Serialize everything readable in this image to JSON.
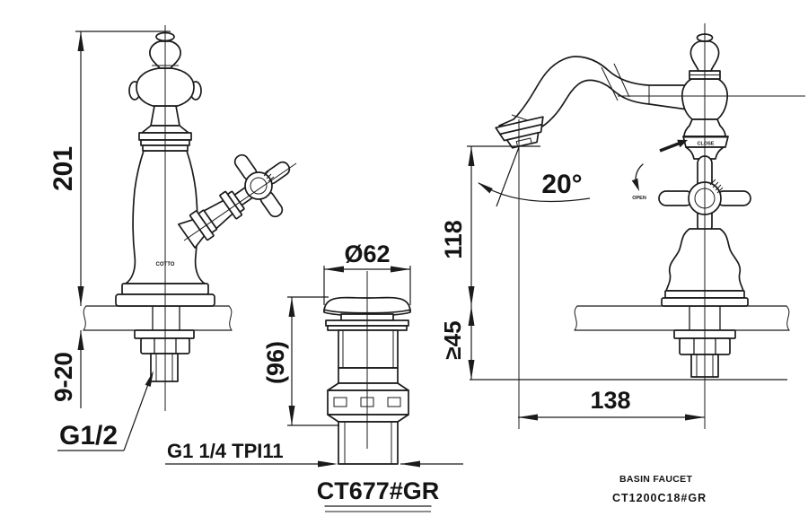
{
  "drawing": {
    "background": "#ffffff",
    "line_color": "#1b1b1b",
    "dimensions": {
      "total_height": "201",
      "deck_thickness": "9-20",
      "inlet_thread": "G1/2",
      "drain_thread": "G1 1/4 TPI11",
      "drain_cap_diameter": "Ø62",
      "drain_body_length": "(96)",
      "spout_angle": "20°",
      "spout_outlet_height": "118",
      "clearance_below_deck": "≥45",
      "spout_reach": "138"
    },
    "labels": {
      "drain_model": "CT677#GR",
      "product_type": "BASIN FAUCET",
      "product_code": "CT1200C18#GR",
      "close": "CLOSE",
      "open": "OPEN",
      "brand": "COTTO"
    }
  }
}
